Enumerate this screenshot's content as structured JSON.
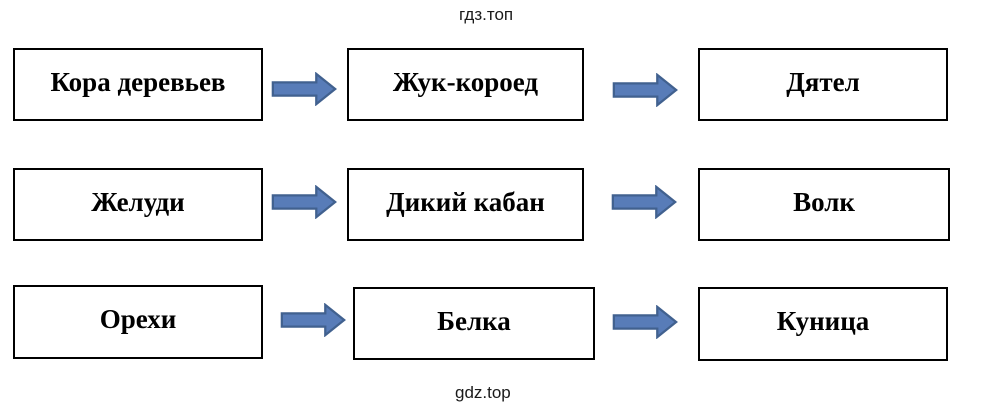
{
  "watermarks": {
    "top": "гдз.топ",
    "bottom": "gdz.top"
  },
  "colors": {
    "arrow_fill": "#587cb8",
    "arrow_border": "#41618f",
    "box_border": "#000000",
    "text": "#000000",
    "background": "#ffffff"
  },
  "chains": [
    {
      "items": [
        "Кора деревьев",
        "Жук-короед",
        "Дятел"
      ]
    },
    {
      "items": [
        "Желуди",
        "Дикий кабан",
        "Волк"
      ]
    },
    {
      "items": [
        "Орехи",
        "Белка",
        "Куница"
      ]
    }
  ]
}
